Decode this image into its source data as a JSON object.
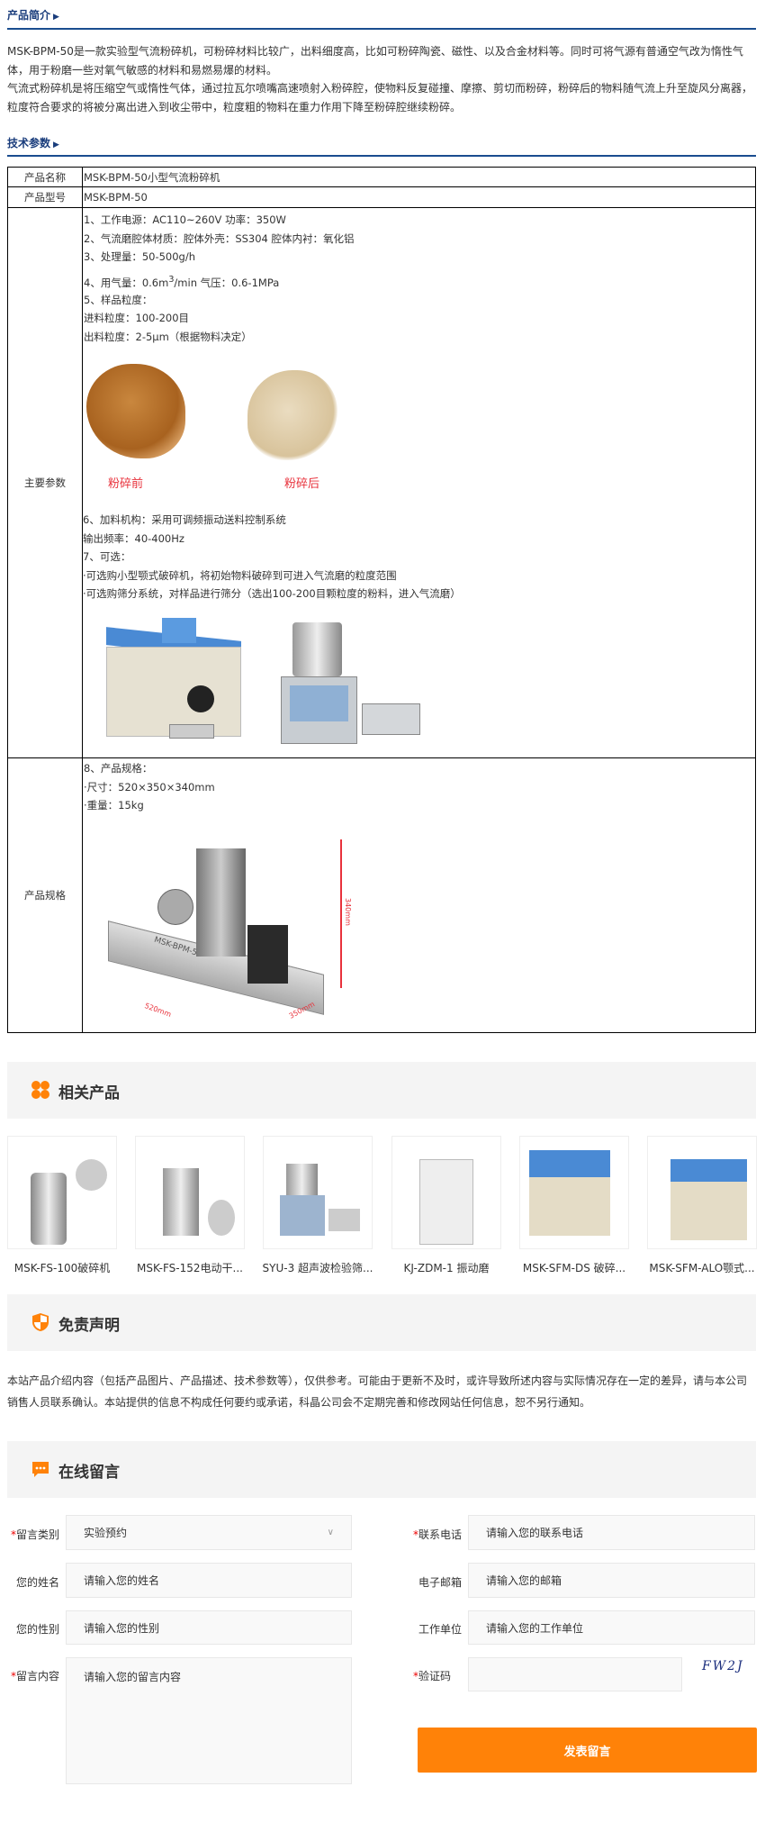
{
  "intro": {
    "title": "产品简介",
    "paragraphs": [
      "MSK-BPM-50是一款实验型气流粉碎机，可粉碎材料比较广，出料细度高，比如可粉碎陶瓷、磁性、以及合金材料等。同时可将气源有普通空气改为惰性气体，用于粉磨一些对氧气敏感的材料和易燃易爆的材料。",
      "气流式粉碎机是将压缩空气或惰性气体，通过拉瓦尔喷嘴高速喷射入粉碎腔，使物料反复碰撞、摩擦、剪切而粉碎，粉碎后的物料随气流上升至旋风分离器，粒度符合要求的将被分离出进入到收尘带中，粒度粗的物料在重力作用下降至粉碎腔继续粉碎。"
    ]
  },
  "tech": {
    "title": "技术参数",
    "rows": {
      "name_label": "产品名称",
      "name_value": "MSK-BPM-50小型气流粉碎机",
      "model_label": "产品型号",
      "model_value": "MSK-BPM-50",
      "main_label": "主要参数",
      "main_lines_a": [
        "1、工作电源：AC110~260V  功率：350W",
        "2、气流磨腔体材质：腔体外壳：SS304      腔体内衬：氧化铝",
        "3、处理量：50-500g/h"
      ],
      "gas_prefix": "4、用气量：0.6m",
      "gas_sup": "3",
      "gas_suffix": "/min     气压：0.6-1MPa",
      "main_lines_b": [
        "5、样品粒度：",
        "进料粒度：100-200目",
        "出料粒度：2-5μm（根据物料决定）"
      ],
      "before_caption": "粉碎前",
      "after_caption": "粉碎后",
      "main_lines_c": [
        "6、加料机构：采用可调频振动送料控制系统",
        "输出频率：40-400Hz",
        "7、可选：",
        "·可选购小型颚式破碎机，将初始物料破碎到可进入气流磨的粒度范围",
        "·可选购筛分系统，对样品进行筛分（选出100-200目颗粒度的粉料，进入气流磨）"
      ],
      "spec_label": "产品规格",
      "spec_lines": [
        "8、产品规格：",
        "·尺寸：520×350×340mm",
        "·重量：15kg"
      ],
      "dim_w": "520mm",
      "dim_d": "350mm",
      "dim_h": "340mm",
      "machine_text": "MSK-BPM-50"
    }
  },
  "related": {
    "title": "相关产品",
    "items": [
      "MSK-FS-100破碎机",
      "MSK-FS-152电动干...",
      "SYU-3 超声波检验筛...",
      "KJ-ZDM-1 振动磨",
      "MSK-SFM-DS 破碎...",
      "MSK-SFM-ALO颚式..."
    ]
  },
  "disclaimer": {
    "title": "免责声明",
    "text": "本站产品介绍内容（包括产品图片、产品描述、技术参数等），仅供参考。可能由于更新不及时，或许导致所述内容与实际情况存在一定的差异，请与本公司销售人员联系确认。本站提供的信息不构成任何要约或承诺，科晶公司会不定期完善和修改网站任何信息，恕不另行通知。"
  },
  "form": {
    "title": "在线留言",
    "required_mark": "*",
    "type_label": "留言类别",
    "type_value": "实验预约",
    "phone_label": "联系电话",
    "phone_placeholder": "请输入您的联系电话",
    "name_label": "您的姓名",
    "name_placeholder": "请输入您的姓名",
    "email_label": "电子邮箱",
    "email_placeholder": "请输入您的邮箱",
    "gender_label": "您的性别",
    "gender_placeholder": "请输入您的性别",
    "company_label": "工作单位",
    "company_placeholder": "请输入您的工作单位",
    "content_label": "留言内容",
    "content_placeholder": "请输入您的留言内容",
    "captcha_label": "验证码",
    "captcha_text": "FW2J",
    "submit_label": "发表留言"
  },
  "colors": {
    "accent": "#ff8208",
    "heading_blue": "#1a3d7c",
    "band_bg": "#f4f4f4"
  }
}
